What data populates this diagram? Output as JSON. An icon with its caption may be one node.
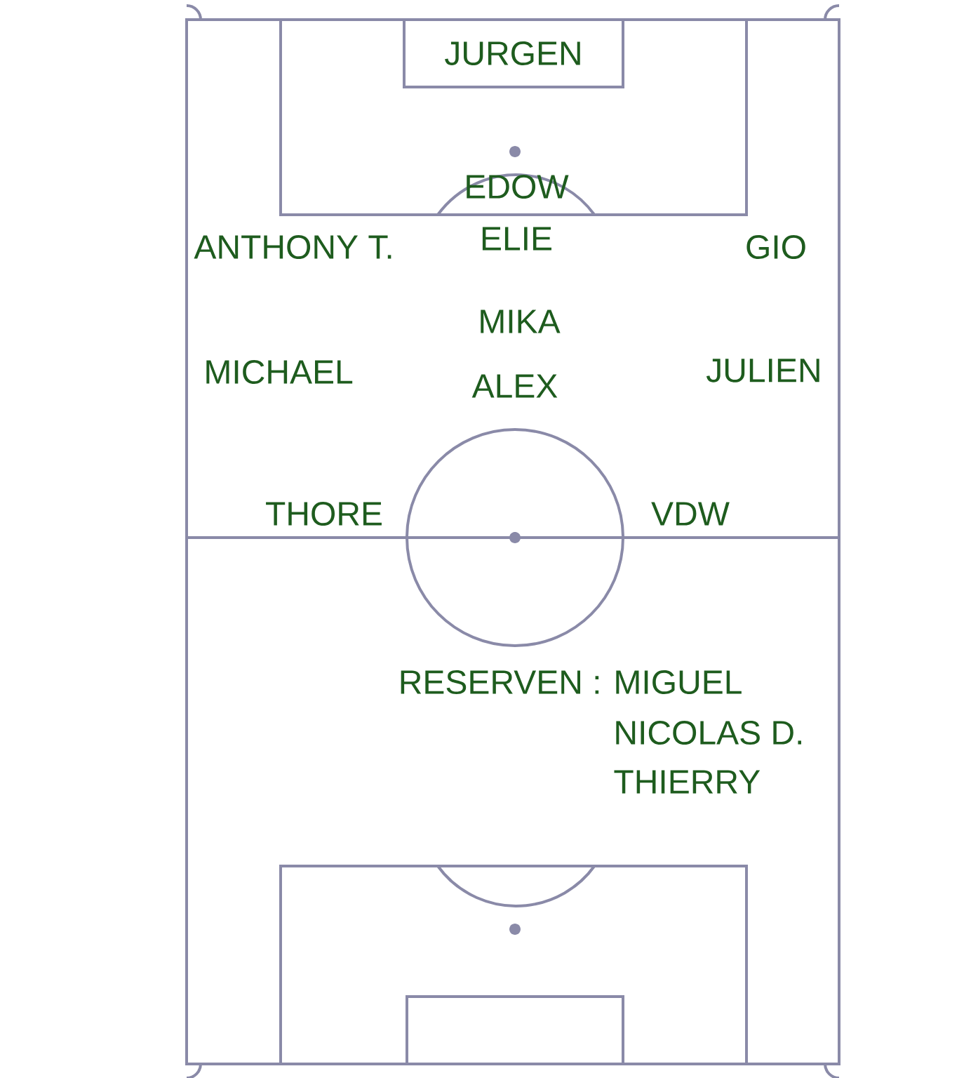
{
  "diagram": {
    "nodes": [
      {
        "text": [
          "JURGEN"
        ]
      }
    ],
    "labels": [
      "EDOW",
      "ANTHONY T.",
      "ELIE",
      "GIO",
      "MIKA",
      "MICHAEL",
      "JULIEN",
      "ALEX",
      "THORE",
      "VDW",
      "RESERVEN :",
      "MIGUEL",
      "NICOLAS D.",
      "THIERRY"
    ]
  }
}
